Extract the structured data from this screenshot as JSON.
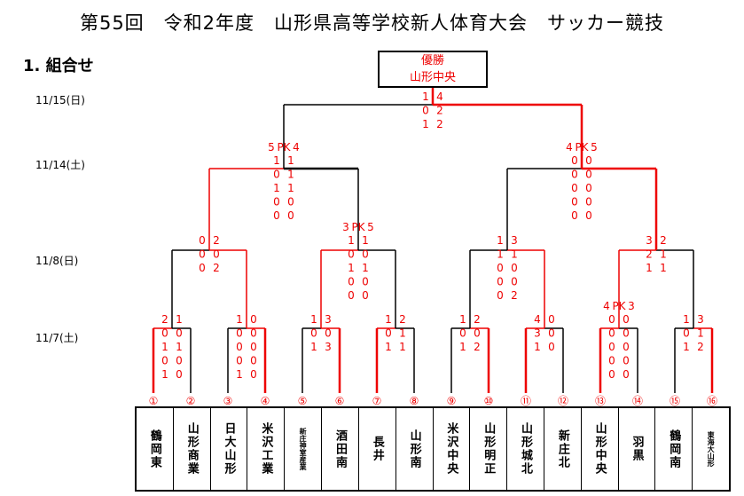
{
  "title": "第55回　令和2年度　山形県高等学校新人体育大会　サッカー競技",
  "subtitle": "1. 組合せ",
  "dates": [
    "11/15(日)",
    "11/14(土)",
    "11/8(日)",
    "11/7(土)"
  ],
  "champion": {
    "label": "優勝",
    "team": "山形中央"
  },
  "seeds": [
    "①",
    "②",
    "③",
    "④",
    "⑤",
    "⑥",
    "⑦",
    "⑧",
    "⑨",
    "⑩",
    "⑪",
    "⑫",
    "⑬",
    "⑭",
    "⑮",
    "⑯"
  ],
  "teams": [
    "鶴岡東",
    "山形商業",
    "日大山形",
    "米沢工業",
    "新庄神室産業",
    "酒田南",
    "長井",
    "山形南",
    "米沢中央",
    "山形明正",
    "山形城北",
    "新庄北",
    "山形中央",
    "羽黒",
    "鶴岡南",
    "東海大山形"
  ],
  "scores": {
    "final": {
      "left": [
        "1",
        "0",
        "1"
      ],
      "right": [
        "4",
        "2",
        "2"
      ]
    },
    "semi_left": {
      "left": [
        "1",
        "0",
        "1",
        "0",
        "0"
      ],
      "right": [
        "1",
        "1",
        "1",
        "0",
        "0"
      ],
      "pk": [
        "5",
        "PK",
        "4"
      ]
    },
    "semi_right": {
      "left": [
        "0",
        "0",
        "0",
        "0",
        "0"
      ],
      "right": [
        "0",
        "0",
        "0",
        "0",
        "0"
      ],
      "pk": [
        "4",
        "PK",
        "5"
      ]
    },
    "qf1": {
      "left": [
        "0",
        "0",
        "0"
      ],
      "right": [
        "2",
        "0",
        "2"
      ]
    },
    "qf2": {
      "left": [
        "1",
        "0",
        "1",
        "0",
        "0"
      ],
      "right": [
        "1",
        "0",
        "1",
        "0",
        "0"
      ],
      "pk": [
        "3",
        "PK",
        "5"
      ]
    },
    "qf3": {
      "left": [
        "1",
        "1",
        "0",
        "0",
        "0"
      ],
      "right": [
        "3",
        "1",
        "0",
        "0",
        "2"
      ]
    },
    "qf4": {
      "left": [
        "3",
        "2",
        "1"
      ],
      "right": [
        "2",
        "1",
        "1"
      ]
    },
    "r1_1": {
      "left": [
        "2",
        "0",
        "1",
        "0",
        "1"
      ],
      "right": [
        "1",
        "0",
        "1",
        "0",
        "0"
      ]
    },
    "r1_2": {
      "left": [
        "1",
        "0",
        "0",
        "0",
        "1"
      ],
      "right": [
        "0",
        "0",
        "0",
        "0",
        "0"
      ]
    },
    "r1_3": {
      "left": [
        "1",
        "0",
        "1"
      ],
      "right": [
        "3",
        "0",
        "3"
      ]
    },
    "r1_4": {
      "left": [
        "1",
        "0",
        "1"
      ],
      "right": [
        "2",
        "1",
        "1"
      ]
    },
    "r1_5": {
      "left": [
        "1",
        "0",
        "1"
      ],
      "right": [
        "2",
        "0",
        "2"
      ]
    },
    "r1_6": {
      "left": [
        "4",
        "3",
        "1"
      ],
      "right": [
        "0",
        "0",
        "0"
      ]
    },
    "r1_7": {
      "left": [
        "0",
        "0",
        "0",
        "0",
        "0"
      ],
      "right": [
        "0",
        "0",
        "0",
        "0",
        "0"
      ],
      "pk": [
        "4",
        "PK",
        "3"
      ]
    },
    "r1_8": {
      "left": [
        "1",
        "0",
        "1"
      ],
      "right": [
        "3",
        "1",
        "2"
      ]
    }
  }
}
